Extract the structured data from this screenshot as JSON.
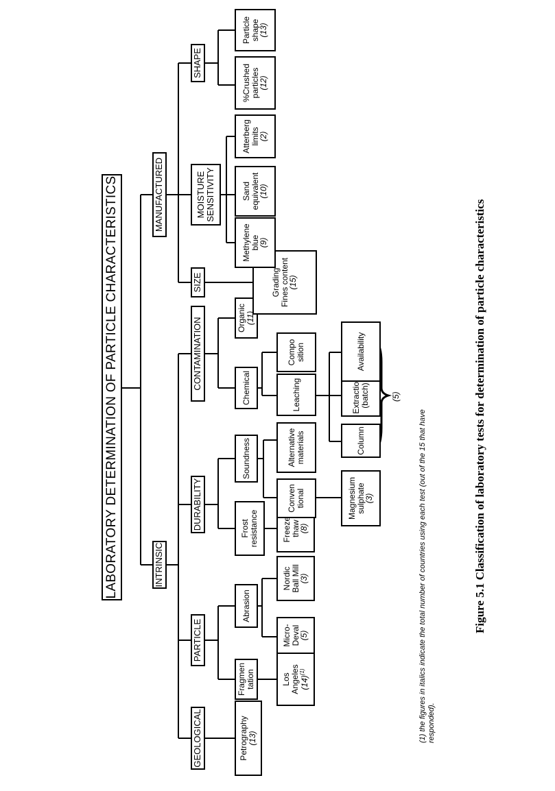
{
  "title": "LABORATORY DETERMINATION OF PARTICLE CHARACTERISTICS",
  "categories": {
    "intrinsic": "INTRINSIC",
    "manufactured": "MANUFACTURED"
  },
  "groups": {
    "geological": "GEOLOGICAL",
    "particle": "PARTICLE",
    "durability": "DURABILITY",
    "contamination": "CONTAMINATION",
    "size": "SIZE",
    "moisture_sensitivity": [
      "MOISTURE",
      "SENSITIVITY"
    ],
    "shape": "SHAPE"
  },
  "subgroups": {
    "fragmentation": [
      "Fragmen",
      "tation"
    ],
    "abrasion": "Abrasion",
    "frost_resistance": [
      "Frost",
      "resistance"
    ],
    "soundness": "Soundness",
    "conventional": [
      "Conven",
      "tional"
    ],
    "alternative_materials": [
      "Alternative",
      "materials"
    ],
    "chemical": "Chemical",
    "organic": {
      "label": "Organic",
      "count": "(11)"
    },
    "composition": [
      "Compo",
      "sition"
    ],
    "leaching": "Leaching"
  },
  "tests": {
    "petrography": {
      "lines": [
        "Petrography"
      ],
      "count": "(13)"
    },
    "los_angeles": {
      "lines": [
        "Los",
        "Angeles"
      ],
      "count": "(14)",
      "footnote_mark": "(1)"
    },
    "micro_deval": {
      "lines": [
        "Micro-",
        "Deval"
      ],
      "count": "(5)"
    },
    "nordic_ball_mill": {
      "lines": [
        "Nordic",
        "Ball Mill"
      ],
      "count": "(3)"
    },
    "freeze_thaw": {
      "lines": [
        "Freeze/",
        "thaw"
      ],
      "count": "(8)"
    },
    "magnesium_sulphate": {
      "lines": [
        "Magnesium",
        "sulphate"
      ],
      "count": "(3)"
    },
    "column": {
      "lines": [
        "Column"
      ],
      "count": ""
    },
    "extraction_batch": {
      "lines": [
        "Extraction",
        "(batch)"
      ],
      "count": ""
    },
    "availability": {
      "lines": [
        "Availability"
      ],
      "count": ""
    },
    "grading_fines": {
      "lines": [
        "Grading",
        "Fines content"
      ],
      "count": "(15)"
    },
    "methylene_blue": {
      "lines": [
        "Methylene",
        "blue"
      ],
      "count": "(9)"
    },
    "sand_equivalent": {
      "lines": [
        "Sand",
        "equivalent"
      ],
      "count": "(10)"
    },
    "atterberg_limits": {
      "lines": [
        "Atterberg",
        "limits"
      ],
      "count": "(2)"
    },
    "crushed_particles": {
      "lines": [
        "%Crushed",
        "particles"
      ],
      "count": "(12)"
    },
    "particle_shape": {
      "lines": [
        "Particle",
        "shape"
      ],
      "count": "(13)"
    }
  },
  "leaching_group_count": "(5)",
  "footnote": [
    "(1) the figures in italics indicate the total number of countries using each test  (out of the 15 that have",
    "responded)."
  ],
  "caption": "Figure 5.1   Classification of laboratory tests for determination of particle characteristics"
}
